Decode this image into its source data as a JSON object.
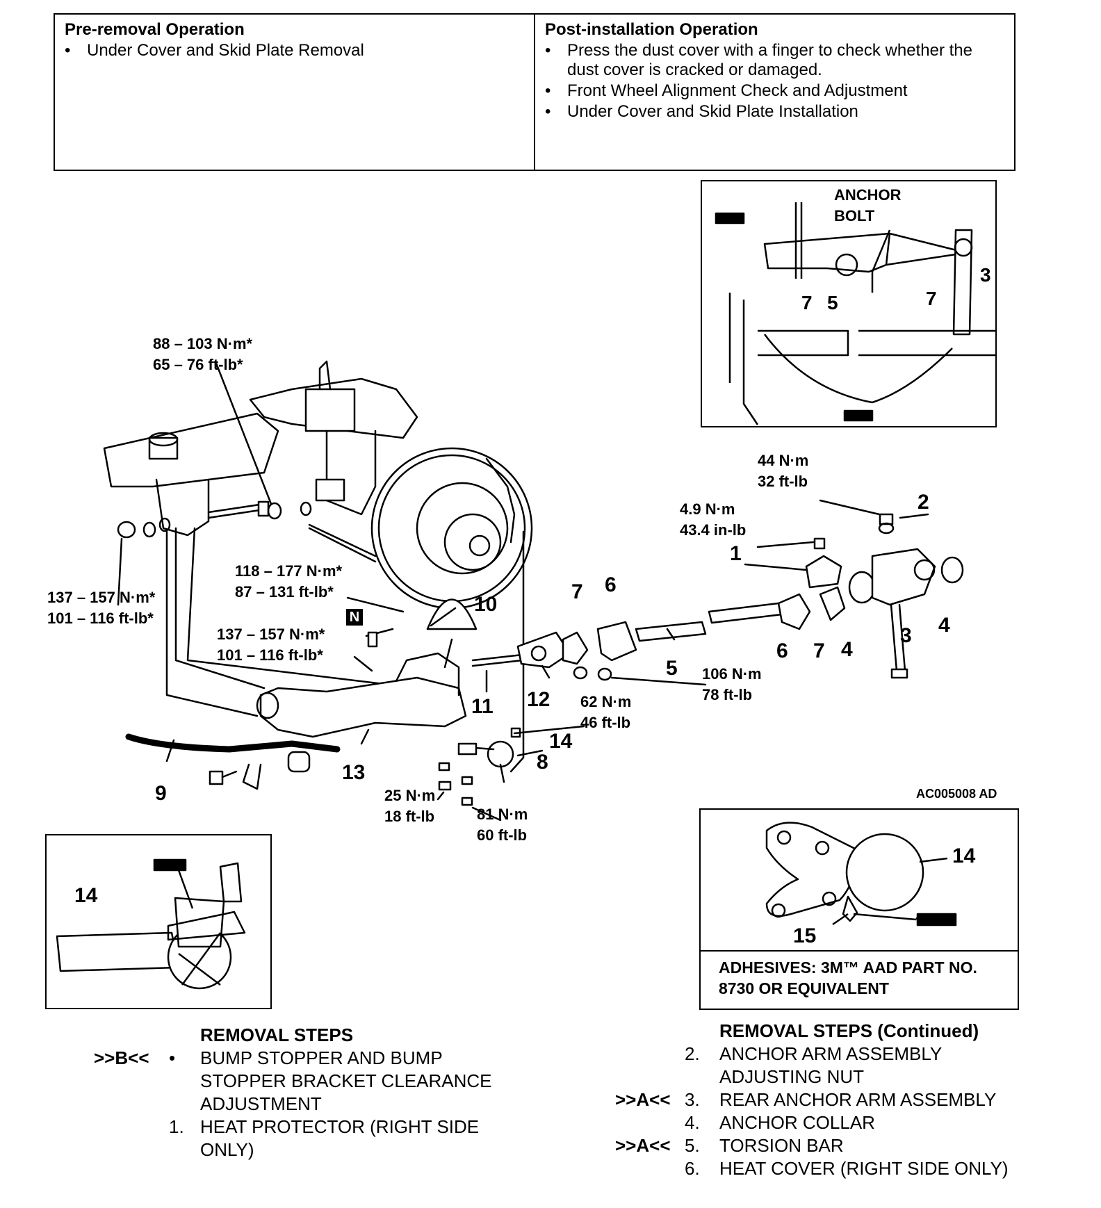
{
  "operations": {
    "pre": {
      "heading": "Pre-removal Operation",
      "items": [
        "Under Cover and Skid Plate Removal"
      ]
    },
    "post": {
      "heading": "Post-installation Operation",
      "items": [
        "Press the dust cover with a finger to check whether the dust cover is cracked or damaged.",
        "Front Wheel Alignment Check and Adjustment",
        "Under Cover and Skid Plate Installation"
      ]
    }
  },
  "inset_anchor": {
    "label_line1": "ANCHOR",
    "label_line2": "BOLT",
    "callouts": [
      "3",
      "7",
      "5",
      "7"
    ]
  },
  "torque": {
    "t1_nm": "88 – 103 N·m*",
    "t1_ft": "65 – 76 ft-lb*",
    "t2_nm": "137 – 157 N·m*",
    "t2_ft": "101 – 116 ft-lb*",
    "t3_nm": "118 – 177 N·m*",
    "t3_ft": "87 – 131 ft-lb*",
    "t4_nm": "137 – 157 N·m*",
    "t4_ft": "101 – 116 ft-lb*",
    "t5_nm": "44 N·m",
    "t5_ft": "32 ft-lb",
    "t6_nm": "4.9 N·m",
    "t6_ft": "43.4 in-lb",
    "t7_nm": "106 N·m",
    "t7_ft": "78 ft-lb",
    "t8_nm": "62 N·m",
    "t8_ft": "46 ft-lb",
    "t9_nm": "25 N·m",
    "t9_ft": "18 ft-lb",
    "t10_nm": "81 N·m",
    "t10_ft": "60 ft-lb"
  },
  "part_numbers": {
    "p1": "1",
    "p2": "2",
    "p3": "3",
    "p4": "4",
    "p5": "5",
    "p6": "6",
    "p7": "7",
    "p8": "8",
    "p9": "9",
    "p10": "10",
    "p11": "11",
    "p12": "12",
    "p13": "13",
    "p14": "14",
    "p3b": "3",
    "p4b": "4",
    "p6b": "6",
    "p7b": "7",
    "n_mark": "N"
  },
  "figure_code": "AC005008 AD",
  "inset_left": {
    "callout": "14"
  },
  "inset_right": {
    "callout_a": "14",
    "callout_b": "15",
    "note": "ADHESIVES: 3M™ AAD PART NO. 8730 OR EQUIVALENT"
  },
  "removal_left": {
    "heading": "REMOVAL STEPS",
    "steps": [
      {
        "mark": ">>B<<",
        "index": "•",
        "text": "BUMP STOPPER AND BUMP STOPPER BRACKET CLEARANCE ADJUSTMENT"
      },
      {
        "mark": "",
        "index": "1.",
        "text": "HEAT PROTECTOR (RIGHT SIDE ONLY)"
      }
    ]
  },
  "removal_right": {
    "heading": "REMOVAL STEPS (Continued)",
    "steps": [
      {
        "mark": "",
        "index": "2.",
        "text": "ANCHOR ARM ASSEMBLY ADJUSTING NUT"
      },
      {
        "mark": ">>A<<",
        "index": "3.",
        "text": "REAR ANCHOR ARM ASSEMBLY"
      },
      {
        "mark": "",
        "index": "4.",
        "text": "ANCHOR COLLAR"
      },
      {
        "mark": ">>A<<",
        "index": "5.",
        "text": "TORSION BAR"
      },
      {
        "mark": "",
        "index": "6.",
        "text": "HEAT COVER (RIGHT SIDE ONLY)"
      }
    ]
  }
}
